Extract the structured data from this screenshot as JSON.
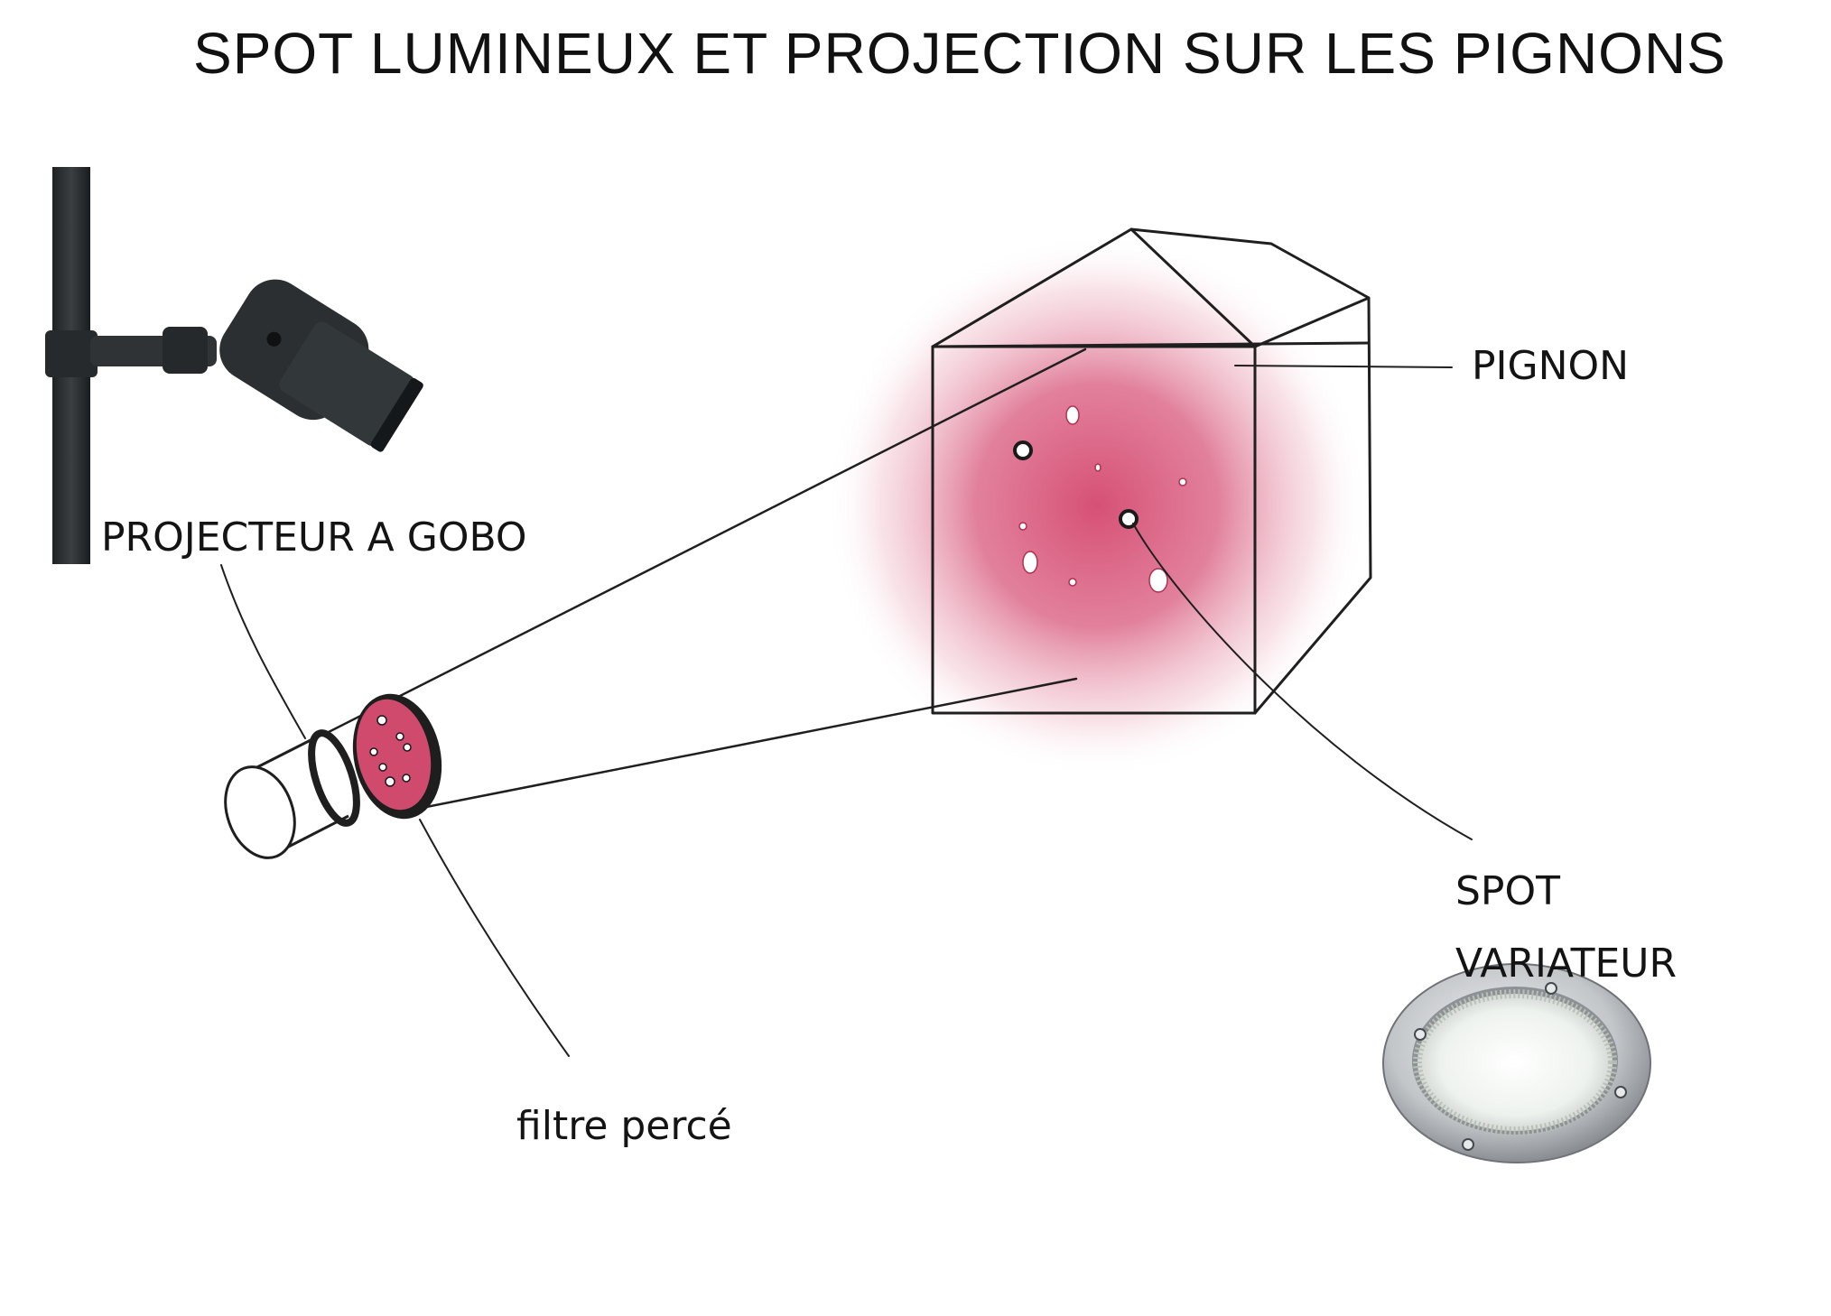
{
  "title": "SPOT LUMINEUX ET PROJECTION SUR LES PIGNONS",
  "labels": {
    "projecteur": "PROJECTEUR A GOBO",
    "pignon": "PIGNON",
    "spot_line1": "SPOT",
    "spot_line2": "VARIATEUR",
    "filtre": "filtre percé"
  },
  "colors": {
    "light_pink": "#d4476e",
    "filter_pink": "#cf4a6c",
    "ink": "#1a1a1a",
    "projector_body": "#2b2f31",
    "steel": "#b9bcbf"
  },
  "icons": {
    "projector": "gobo-projector-icon",
    "spot": "recessed-spot-icon"
  }
}
